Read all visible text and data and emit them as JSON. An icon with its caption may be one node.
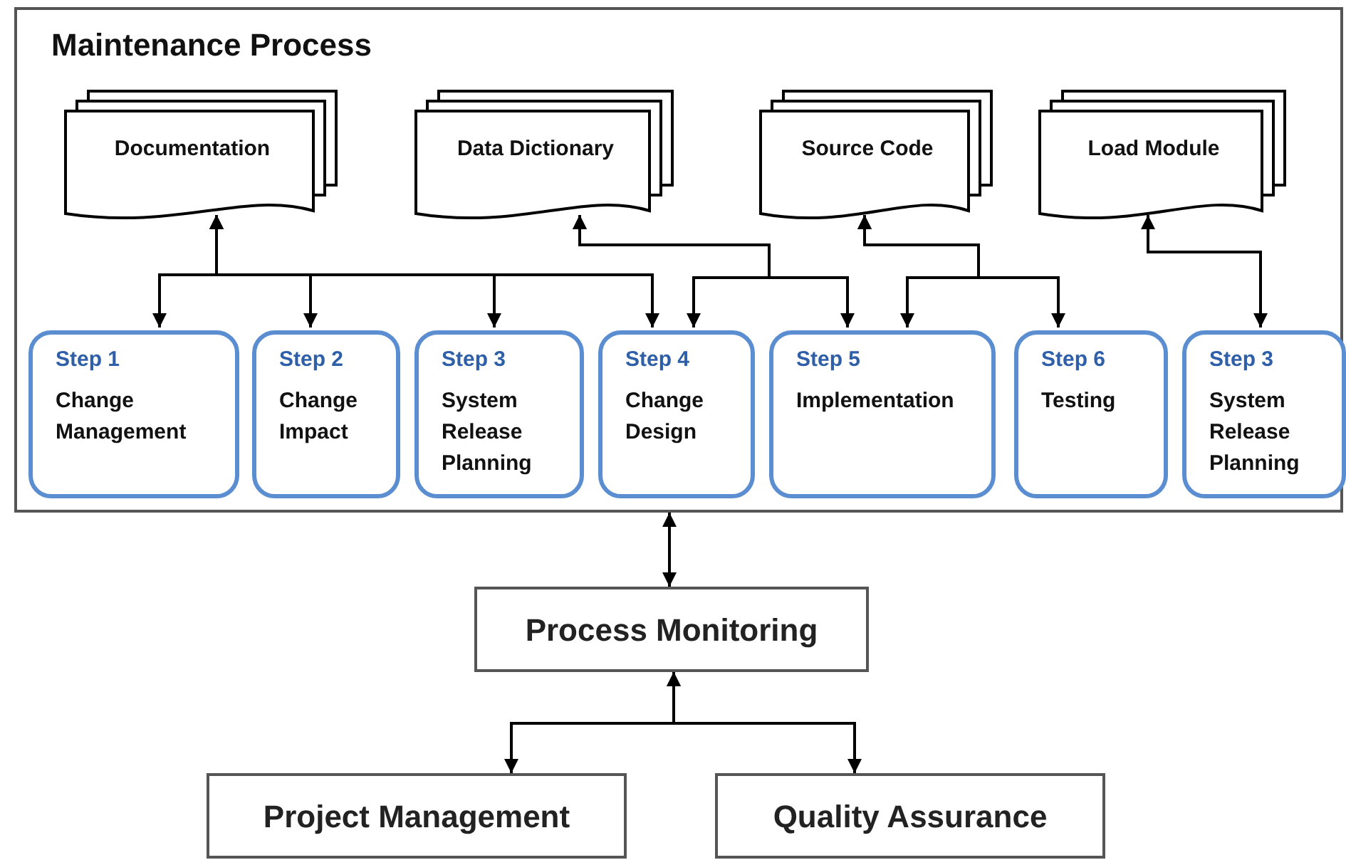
{
  "diagram": {
    "nodes": [
      {
        "text": [
          "Maintenance Process"
        ]
      },
      {
        "text": [
          "Documentation"
        ],
        "in": 0
      },
      {
        "text": [
          "Data Dictionary"
        ],
        "in": 0
      },
      {
        "text": [
          "Source Code"
        ],
        "in": 0
      },
      {
        "text": [
          "Load Module"
        ],
        "in": 0
      },
      {
        "text": [
          "Step 1",
          "Change Management"
        ],
        "in": 0
      },
      {
        "text": [
          "Step 2",
          "Change Impact"
        ],
        "in": 0
      },
      {
        "text": [
          "Step 3",
          "System Release Planning"
        ],
        "in": 0
      },
      {
        "text": [
          "Step 4",
          "Change Design"
        ],
        "in": 0
      },
      {
        "text": [
          "Step 5",
          "Implementation"
        ],
        "in": 0
      },
      {
        "text": [
          "Step 6",
          "Testing"
        ],
        "in": 0
      },
      {
        "text": [
          "Step 3",
          "System Release Planning"
        ],
        "in": 0
      },
      {
        "text": [
          "Process Monitoring"
        ]
      },
      {
        "text": [
          "Project Management"
        ]
      },
      {
        "text": [
          "Quality Assurance"
        ]
      }
    ],
    "edges": [
      {
        "from": 1,
        "to": 5,
        "arrow": "both"
      },
      {
        "from": 1,
        "to": 6,
        "arrow": "both"
      },
      {
        "from": 1,
        "to": 7,
        "arrow": "both"
      },
      {
        "from": 1,
        "to": 8,
        "arrow": "both"
      },
      {
        "from": 2,
        "to": 8,
        "arrow": "both"
      },
      {
        "from": 2,
        "to": 9,
        "arrow": "both"
      },
      {
        "from": 3,
        "to": 9,
        "arrow": "both"
      },
      {
        "from": 3,
        "to": 10,
        "arrow": "both"
      },
      {
        "from": 4,
        "to": 11,
        "arrow": "both"
      },
      {
        "from": 0,
        "to": 12,
        "arrow": "both"
      },
      {
        "from": 12,
        "to": 13,
        "arrow": "both"
      },
      {
        "from": 12,
        "to": 14,
        "arrow": "both"
      }
    ]
  }
}
